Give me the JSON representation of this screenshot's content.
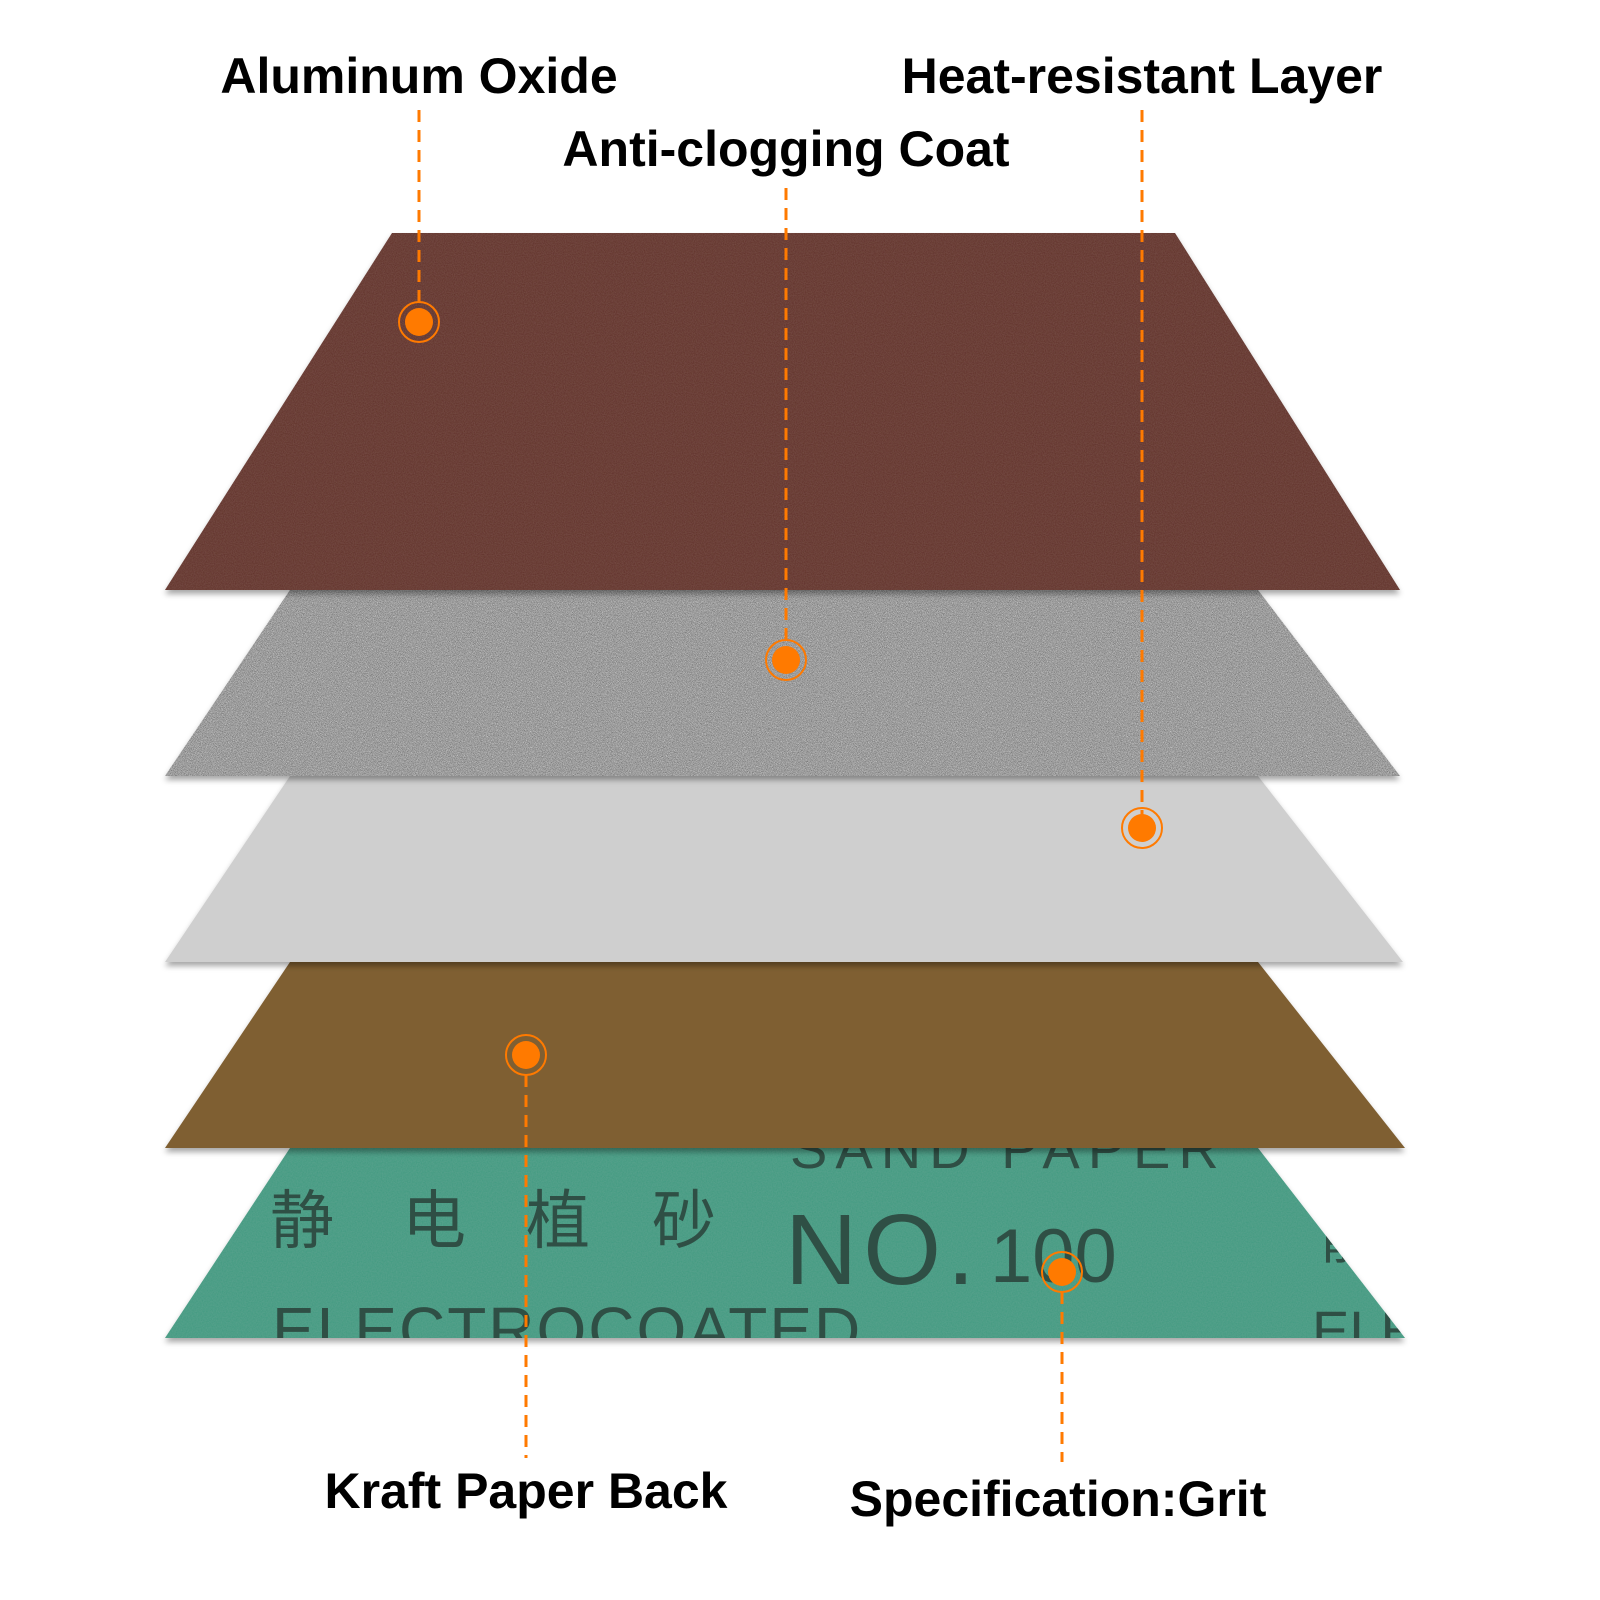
{
  "labels": {
    "aluminum_oxide": "Aluminum Oxide",
    "anti_clogging": "Anti-clogging Coat",
    "heat_resistant": "Heat-resistant Layer",
    "kraft_paper": "Kraft Paper Back",
    "specification": "Specification:Grit"
  },
  "backing_print": {
    "cjk": [
      "静",
      "电",
      "植",
      "砂"
    ],
    "electrocoated": "ELECTROCOATED",
    "grade_prefix": "NO.",
    "grade_number": "100",
    "top_partial": "SAND PAPER",
    "right_partial_cjk": "静",
    "right_partial_latin": "ELE"
  },
  "colors": {
    "accent": "#ff7a00",
    "aluminum_oxide_layer": "#5e2e28",
    "anti_clogging_layer": "#8d8d8d",
    "heat_resistant_layer": "#cfcfcf",
    "kraft_layer": "#7f5f33",
    "backing_layer": "#3f9a80"
  },
  "layers": [
    {
      "id": "aluminum-oxide",
      "name_ref": "aluminum_oxide"
    },
    {
      "id": "anti-clogging",
      "name_ref": "anti_clogging"
    },
    {
      "id": "heat-resistant",
      "name_ref": "heat_resistant"
    },
    {
      "id": "kraft-paper",
      "name_ref": "kraft_paper"
    },
    {
      "id": "specification",
      "name_ref": "specification"
    }
  ]
}
